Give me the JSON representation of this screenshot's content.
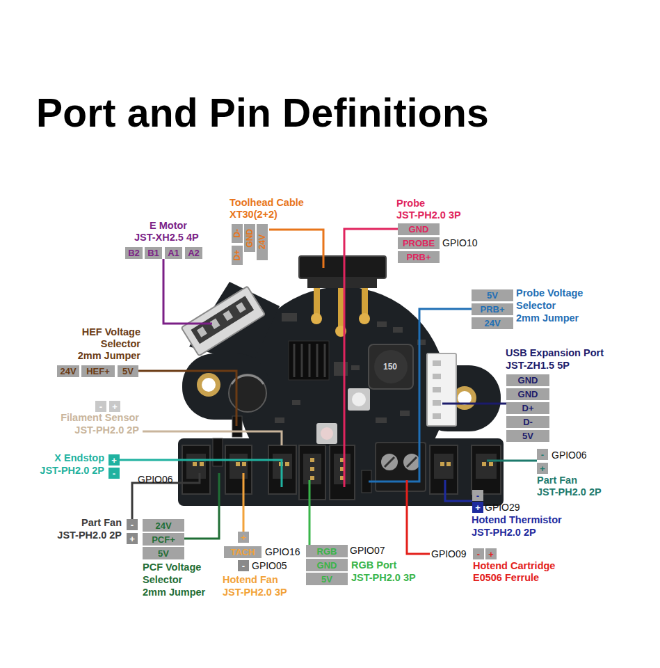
{
  "diagram": {
    "title": "Port and Pin Definitions",
    "labels": [
      "Toolhead Cable",
      "XT30(2+2)",
      "D-",
      "GND",
      "24V",
      "D+",
      "E Motor",
      "JST-XH2.5 4P",
      "B2",
      "B1",
      "A1",
      "A2",
      "Probe",
      "JST-PH2.0 3P",
      "GND",
      "PROBE",
      "GPIO10",
      "PRB+",
      "5V",
      "Probe Voltage",
      "PRB+",
      "Selector",
      "24V",
      "2mm Jumper",
      "USB Expansion Port",
      "JST-ZH1.5 5P",
      "GND",
      "GND",
      "D+",
      "D-",
      "5V",
      "HEF Voltage",
      "Selector",
      "2mm Jumper",
      "24V",
      "HEF+",
      "5V",
      "-",
      "+",
      "Filament Sensor",
      "JST-PH2.0 2P",
      "X Endstop",
      "+",
      "JST-PH2.0 2P",
      "-",
      "GPIO06",
      "Part Fan",
      "-",
      "24V",
      "JST-PH2.0 2P",
      "+",
      "PCF+",
      "5V",
      "PCF Voltage",
      "Selector",
      "2mm Jumper",
      "+",
      "TACH",
      "GPIO16",
      "-",
      "GPIO05",
      "Hotend Fan",
      "JST-PH2.0 3P",
      "RGB",
      "GPIO07",
      "GND",
      "RGB Port",
      "5V",
      "JST-PH2.0 3P",
      "GPIO09",
      "-",
      "+",
      "Hotend Cartridge",
      "E0506 Ferrule",
      "-",
      "+",
      "GPIO29",
      "Hotend Thermistor",
      "JST-PH2.0 2P",
      "-",
      "GPIO06",
      "+",
      "Part Fan",
      "JST-PH2.0 2P",
      "150"
    ]
  }
}
